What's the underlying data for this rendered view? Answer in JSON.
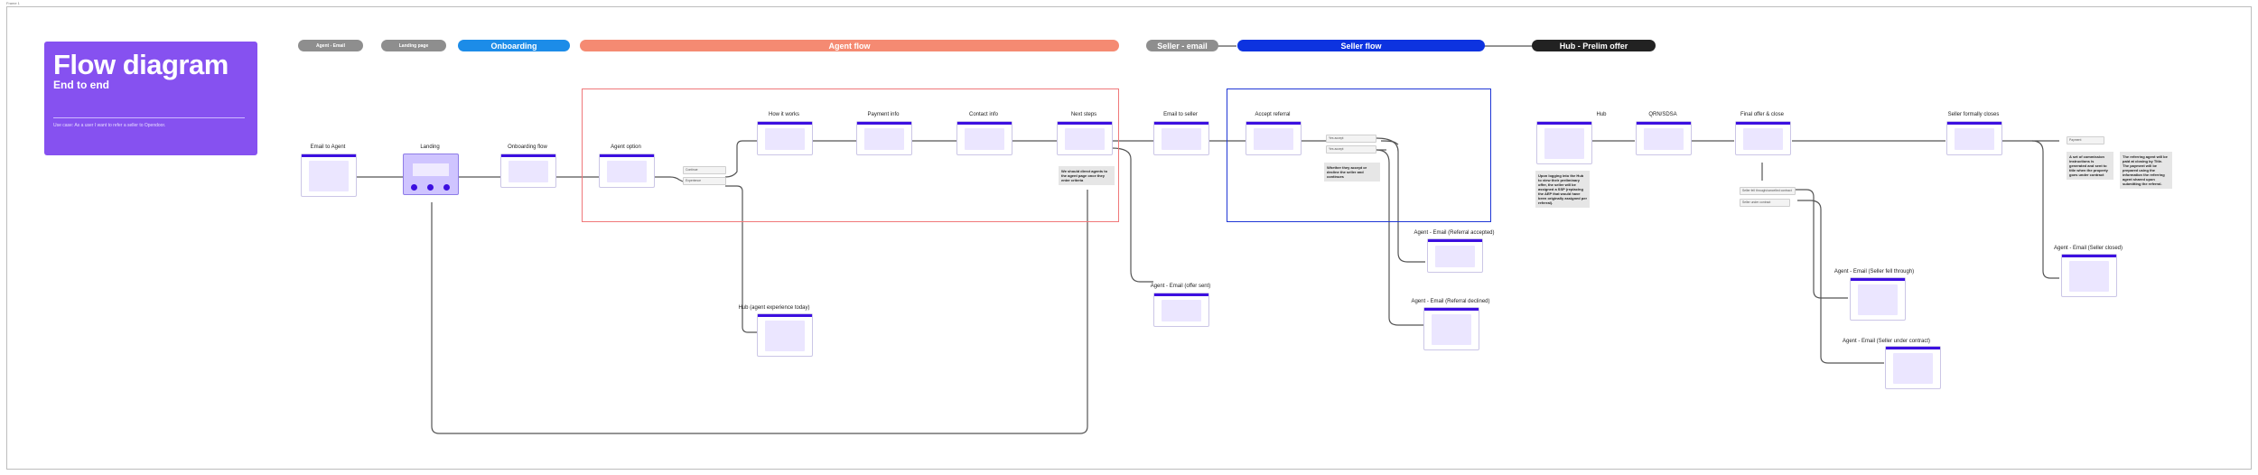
{
  "page": {
    "frame_tag": "Frame 1"
  },
  "hero": {
    "title": "Flow diagram",
    "subtitle": "End to end",
    "description": "Use case: As a user I want to refer a seller to Opendoor."
  },
  "phases": {
    "agent_email": "Agent - Email",
    "landing_page": "Landing page",
    "onboarding": "Onboarding",
    "agent_flow": "Agent flow",
    "seller_email": "Seller - email",
    "seller_flow": "Seller flow",
    "hub_prelim": "Hub - Prelim offer"
  },
  "colors": {
    "hero": "#8651f0",
    "gray_pill": "#8e8e8e",
    "blue_pill": "#1c8ce8",
    "salmon": "#f58a72",
    "royal_blue": "#0d33e0",
    "black_pill": "#222222",
    "node_bar": "#3c0fe0",
    "agent_box": "#f0787a",
    "seller_box": "#1f37d6"
  },
  "nodes": {
    "email_to_agent": "Email to Agent",
    "landing": "Landing",
    "onboarding_flow": "Onboarding flow",
    "agent_option": "Agent option",
    "how_it_works": "How it works",
    "payment_info": "Payment info",
    "contact_info": "Contact info",
    "next_steps": "Next steps",
    "email_to_seller": "Email to seller",
    "accept_referral": "Accept referral",
    "hub": "Hub",
    "qrn_sdsa": "QRN/SDSA",
    "final_offer": "Final offer & close",
    "seller_closes": "Seller formally closes",
    "hub_agent_exp": "Hub (agent experience today)",
    "agent_email_offer": "Agent - Email (offer sent)",
    "agent_email_ref_acc": "Agent - Email (Referral accepted)",
    "agent_email_ref_dec": "Agent - Email (Referral declined)",
    "agent_email_fell": "Agent - Email (Seller fell through)",
    "agent_email_contract": "Agent - Email (Seller under contract)",
    "agent_email_closed": "Agent - Email (Seller closed)"
  },
  "choices": {
    "agent_opt_1": "Continue",
    "agent_opt_2": "Experience",
    "accept_1": "Yes accept",
    "accept_2": "Yes accept",
    "final_1": "Seller fell through/cancelled contract",
    "final_2": "Seller under contract",
    "paid": "Payment"
  },
  "notes": {
    "next_steps": "We should direct agents to the agent page once they enter criteria",
    "accept": "Whether they accept or decline the seller and continues",
    "hub": "Upon logging into the Hub to view their preliminary offer, the seller will be assigned a SSP (replacing the AEP that would have been originally assigned per referral).",
    "commission": "A set of commission instructions is generated and sent to title when the property goes under contract",
    "referring": "The referring agent will be paid at closing by Title. The payment will be prepared using the information the referring agent shared upon submitting the referral."
  }
}
